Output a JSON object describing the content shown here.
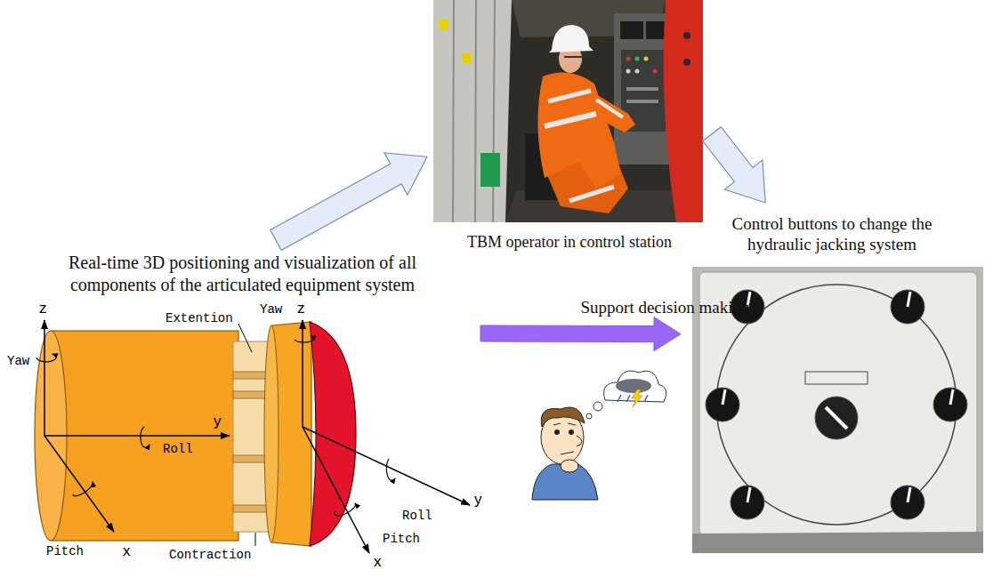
{
  "diagram": {
    "nodes": [
      {
        "text": [
          "TBM operator in control station"
        ]
      },
      {
        "text": [
          "Real-time 3D positioning and visualization of all components of the articulated equipment system"
        ]
      },
      {
        "text": [
          "Control buttons to change the hydraulic jacking system"
        ]
      }
    ],
    "edges": [
      {
        "from": 1,
        "to": 0,
        "arrow": "to"
      },
      {
        "from": 0,
        "to": 2,
        "arrow": "to"
      },
      {
        "from": 1,
        "to": 2,
        "label": "Support decision making",
        "arrow": "to"
      }
    ],
    "labels": [
      "Yaw",
      "z",
      "z",
      "Yaw",
      "Extention",
      "y",
      "Roll",
      "Roll",
      "y",
      "Pitch",
      "x",
      "Contraction",
      "Pitch",
      "x"
    ]
  }
}
